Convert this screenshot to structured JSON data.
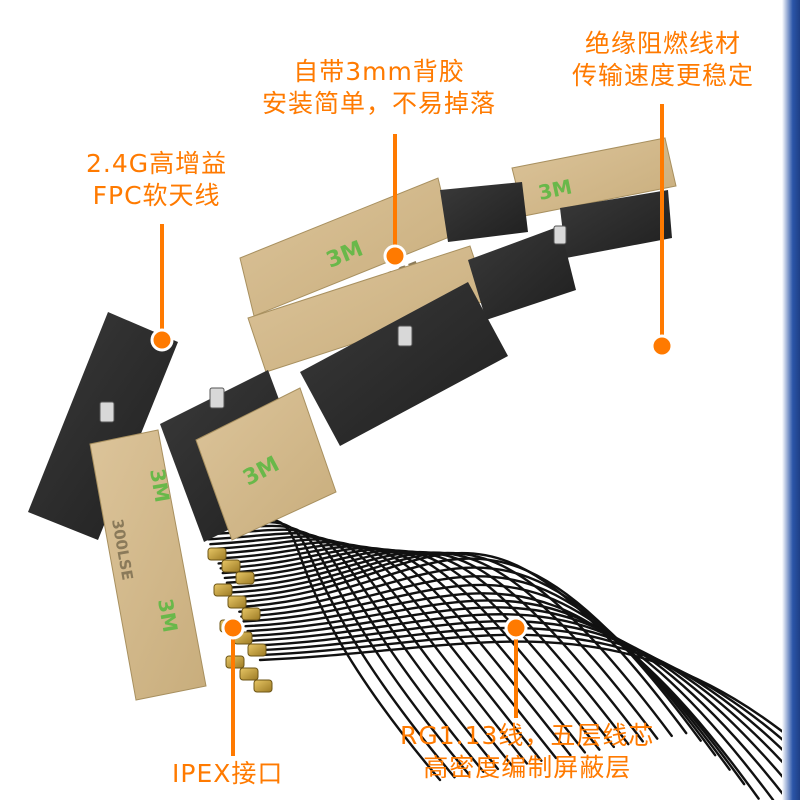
{
  "image": {
    "subject": "FPC antennas",
    "colors": {
      "accent": "#ff7a00",
      "tape": "#d6bd8f",
      "tape_shadow": "#b79d6e",
      "fpc_dark": "#2a2a2a",
      "cable": "#111111",
      "connector": "#c9a23a",
      "brand_print": "#69b84a"
    }
  },
  "callouts": {
    "top_center": {
      "line1": "自带3mm背胶",
      "line2": "安装简单，不易掉落"
    },
    "top_right": {
      "line1": "绝缘阻燃线材",
      "line2": "传输速度更稳定"
    },
    "left": {
      "line1": "2.4G高增益",
      "line2": "FPC软天线"
    },
    "bottom_right": {
      "line1": "RG1.13线，五层线芯",
      "line2": "高密度编制屏蔽层"
    },
    "bottom_left": {
      "line1": "IPEX接口"
    }
  },
  "tape_prints": {
    "brand": "3M",
    "code": "300LSE"
  }
}
